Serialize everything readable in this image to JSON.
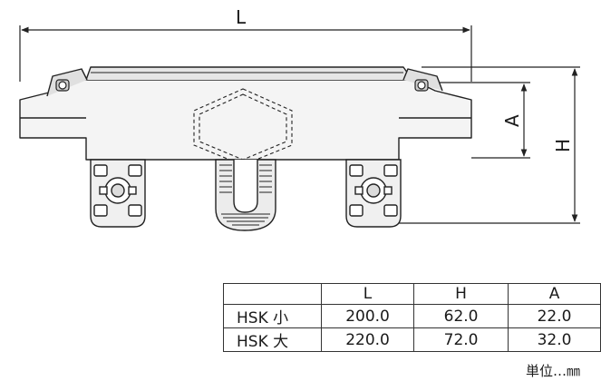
{
  "dimensions": {
    "L": "L",
    "H": "H",
    "A": "A"
  },
  "table": {
    "header": [
      "",
      "L",
      "H",
      "A"
    ],
    "rows": [
      {
        "model": "HSK 小",
        "L": "200.0",
        "H": "62.0",
        "A": "22.0"
      },
      {
        "model": "HSK 大",
        "L": "220.0",
        "H": "72.0",
        "A": "32.0"
      }
    ]
  },
  "unit_note": "単位…㎜"
}
